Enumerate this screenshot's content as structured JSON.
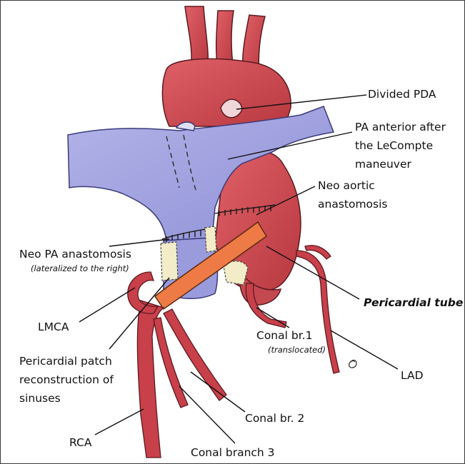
{
  "labels": {
    "divided_pda": "Divided PDA",
    "pa_anterior": [
      "PA anterior after",
      "the LeCompte",
      "maneuver"
    ],
    "neo_aortic": [
      "Neo aortic",
      "anastomosis"
    ],
    "neo_pa": "Neo PA anastomosis",
    "neo_pa_note": "(lateralized to the right)",
    "pericardial_tube": "Pericardial tube",
    "lmca": "LMCA",
    "pericardial_patch": [
      "Pericardial patch",
      "reconstruction of",
      "sinuses"
    ],
    "conal_br1": "Conal br.1",
    "conal_br1_note": "(translocated)",
    "lad": "LAD",
    "conal_br2": "Conal br. 2",
    "rca": "RCA",
    "conal_branch3": "Conal branch 3"
  },
  "colors": {
    "aorta_red": "#d8505a",
    "aorta_dark": "#a8323a",
    "pa_blue": "#a7a8e0",
    "pa_dark": "#6f70c4",
    "tube_orange": "#ee7a45",
    "patch_cream": "#f2ecc8",
    "line": "#111111"
  }
}
